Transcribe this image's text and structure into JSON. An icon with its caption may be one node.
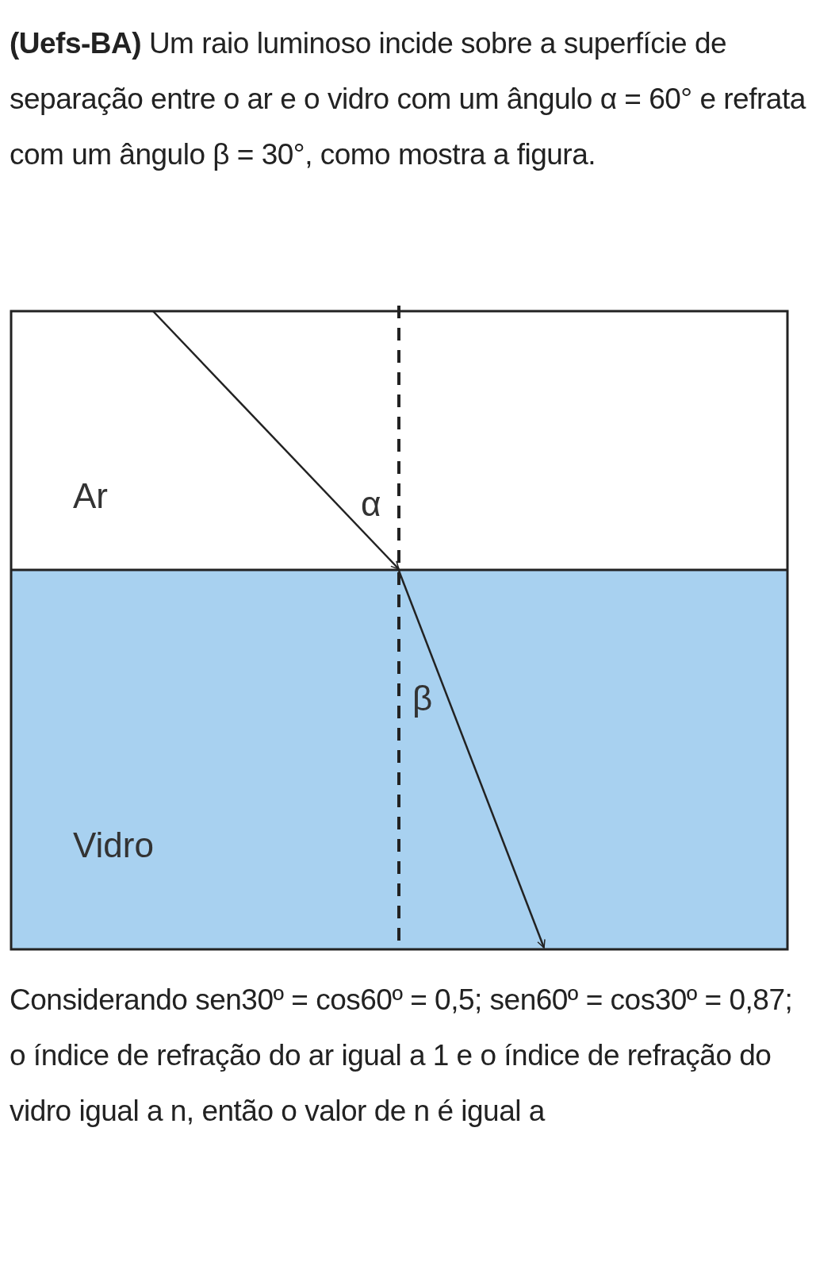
{
  "diagram": {
    "title": "**(Uefs-BA)** Um raio luminoso incide sobre a superfície de separação entre o ar e o vidro com um ângulo α = 60° e refrata com um ângulo β = 30°, como mostra a figura.",
    "caption": "Considerando sen30º = cos60º = 0,5; sen60º = cos30º = 0,87; o índice de refração do ar igual a 1 e o índice de refração do vidro igual a n, então o valor de n é igual a",
    "nodes": [
      {
        "text": [
          "Ar"
        ]
      },
      {
        "text": [
          "Vidro"
        ]
      }
    ],
    "labels": [
      "α",
      "β"
    ]
  }
}
